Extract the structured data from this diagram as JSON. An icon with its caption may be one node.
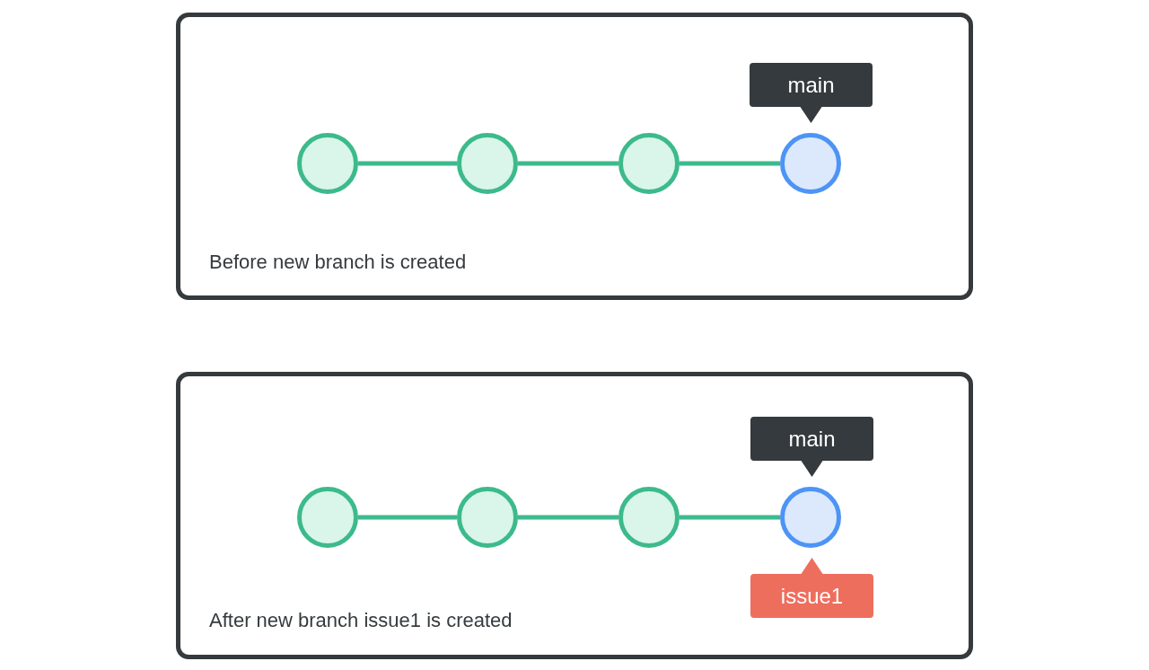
{
  "diagram": {
    "nodes": [
      {
        "text": [
          "Before new branch is created"
        ]
      },
      {
        "text": [],
        "shape": "circle",
        "in": 0
      },
      {
        "text": [],
        "shape": "circle",
        "in": 0
      },
      {
        "text": [],
        "shape": "circle",
        "in": 0
      },
      {
        "text": [],
        "shape": "circle",
        "in": 0
      },
      {
        "text": [
          "main"
        ],
        "in": 0
      },
      {
        "text": [
          "After new branch issue1 is created"
        ]
      },
      {
        "text": [],
        "shape": "circle",
        "in": 6
      },
      {
        "text": [],
        "shape": "circle",
        "in": 6
      },
      {
        "text": [],
        "shape": "circle",
        "in": 6
      },
      {
        "text": [],
        "shape": "circle",
        "in": 6
      },
      {
        "text": [
          "main"
        ],
        "in": 6
      },
      {
        "text": [
          "issue1"
        ],
        "in": 6
      }
    ],
    "edges": [
      {
        "from": 1,
        "to": 2,
        "arrow": "none"
      },
      {
        "from": 2,
        "to": 3,
        "arrow": "none"
      },
      {
        "from": 3,
        "to": 4,
        "arrow": "none"
      },
      {
        "from": 7,
        "to": 8,
        "arrow": "none"
      },
      {
        "from": 8,
        "to": 9,
        "arrow": "none"
      },
      {
        "from": 9,
        "to": 10,
        "arrow": "none"
      }
    ]
  }
}
